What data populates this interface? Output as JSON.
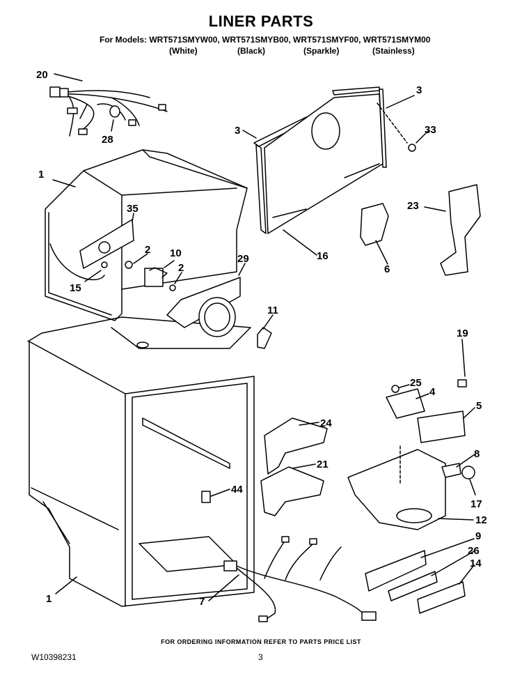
{
  "header": {
    "title": "LINER PARTS",
    "models": "For Models: WRT571SMYW00, WRT571SMYB00, WRT571SMYF00, WRT571SMYM00",
    "variants": [
      "(White)",
      "(Black)",
      "(Sparkle)",
      "(Stainless)"
    ]
  },
  "callouts": [
    "20",
    "28",
    "1",
    "35",
    "2",
    "10",
    "2",
    "15",
    "29",
    "3",
    "3",
    "33",
    "23",
    "16",
    "6",
    "11",
    "19",
    "25",
    "4",
    "5",
    "24",
    "21",
    "8",
    "44",
    "17",
    "12",
    "9",
    "26",
    "14",
    "1",
    "7"
  ],
  "footer": {
    "order_note": "FOR ORDERING INFORMATION REFER TO PARTS PRICE LIST",
    "doc_number": "W10398231",
    "page_number": "3"
  }
}
